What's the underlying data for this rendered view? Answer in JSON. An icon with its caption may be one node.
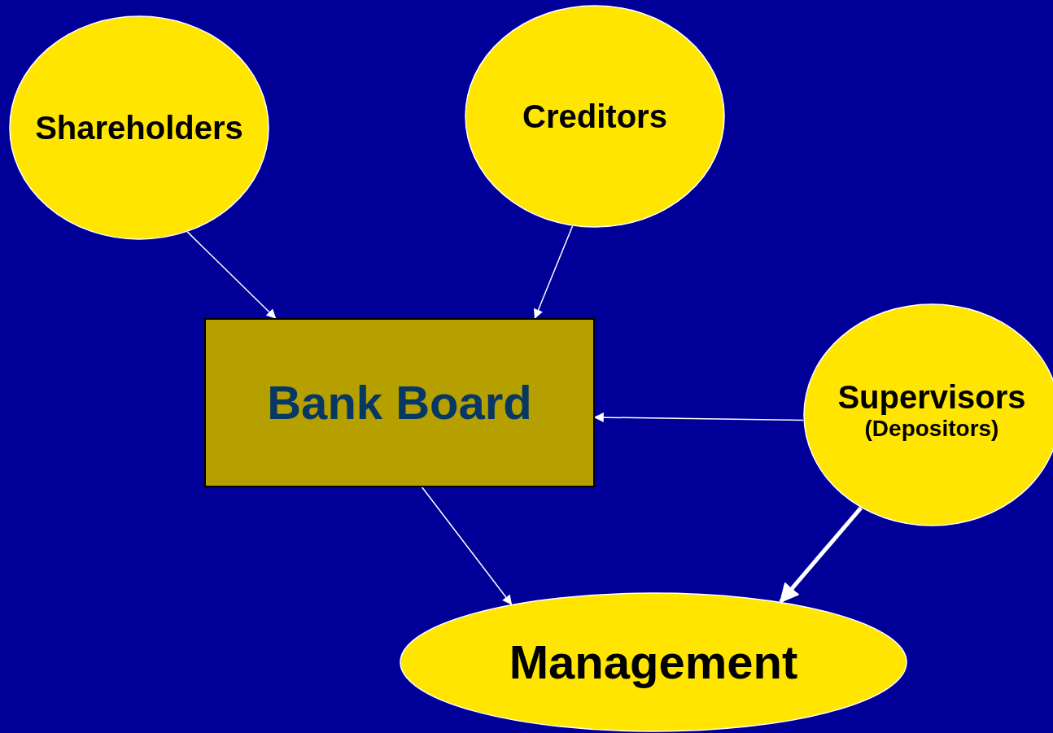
{
  "diagram": {
    "nodes": [
      {
        "text": [
          "Shareholders"
        ]
      },
      {
        "text": [
          "Creditors"
        ]
      },
      {
        "text": [
          "Bank Board"
        ]
      },
      {
        "text": [
          "Supervisors",
          "(Depositors)"
        ]
      },
      {
        "text": [
          "Management"
        ]
      }
    ],
    "edges": [
      {
        "from": 0,
        "to": 2,
        "arrow": "to"
      },
      {
        "from": 1,
        "to": 2,
        "arrow": "to"
      },
      {
        "from": 3,
        "to": 2,
        "arrow": "to"
      },
      {
        "from": 2,
        "to": 4,
        "arrow": "to"
      },
      {
        "from": 3,
        "to": 4,
        "arrow": "to",
        "style": "thick"
      }
    ]
  }
}
